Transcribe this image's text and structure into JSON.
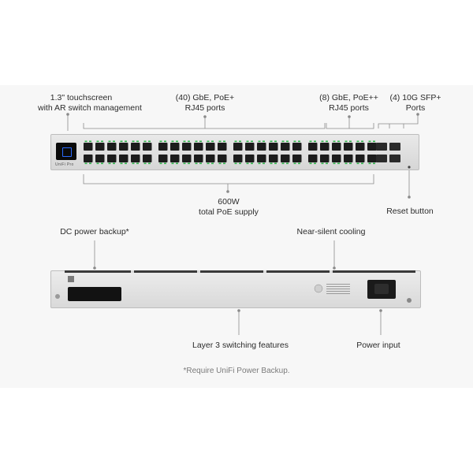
{
  "callouts": {
    "touchscreen": [
      "1.3\" touchscreen",
      "with AR switch management"
    ],
    "gbe_poe_plus": [
      "(40) GbE, PoE+",
      "RJ45 ports"
    ],
    "gbe_poe_plusplus": [
      "(8) GbE, PoE++",
      "RJ45 ports"
    ],
    "sfp_plus": [
      "(4) 10G SFP+",
      "Ports"
    ],
    "poe_supply": [
      "600W",
      "total PoE supply"
    ],
    "reset": "Reset button",
    "dc_power": "DC power backup*",
    "cooling": "Near-silent cooling",
    "layer3": "Layer 3 switching features",
    "power_input": "Power input"
  },
  "footnote": "*Require UniFi Power Backup.",
  "device": {
    "front_logo": "UniFi Pro",
    "port_groups": [
      40,
      8
    ],
    "sfp_ports": 4
  },
  "colors": {
    "port_led": "#2fb24a",
    "led_blue": "#2b6bff",
    "chassis": "#dcdcdc",
    "line": "#8a8a8a"
  }
}
